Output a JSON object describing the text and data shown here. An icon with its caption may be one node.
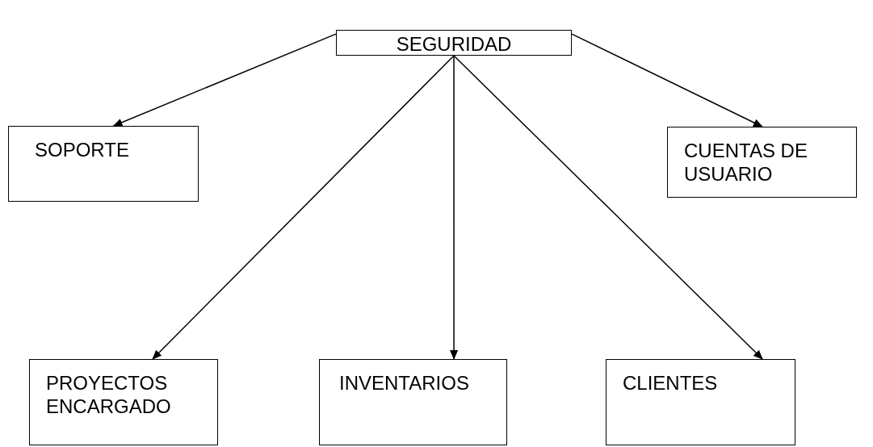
{
  "diagram": {
    "nodes": [
      {
        "text": [
          "SEGURIDAD"
        ]
      },
      {
        "text": [
          "SOPORTE"
        ]
      },
      {
        "text": [
          "CUENTAS DE USUARIO"
        ]
      },
      {
        "text": [
          "PROYECTOS ENCARGADO"
        ]
      },
      {
        "text": [
          "INVENTARIOS"
        ]
      },
      {
        "text": [
          "CLIENTES"
        ]
      }
    ],
    "edges": [
      {
        "from": 0,
        "to": 1,
        "arrow": "to"
      },
      {
        "from": 0,
        "to": 2,
        "arrow": "to"
      },
      {
        "from": 0,
        "to": 3,
        "arrow": "to"
      },
      {
        "from": 0,
        "to": 4,
        "arrow": "to"
      },
      {
        "from": 0,
        "to": 5,
        "arrow": "to"
      }
    ]
  }
}
